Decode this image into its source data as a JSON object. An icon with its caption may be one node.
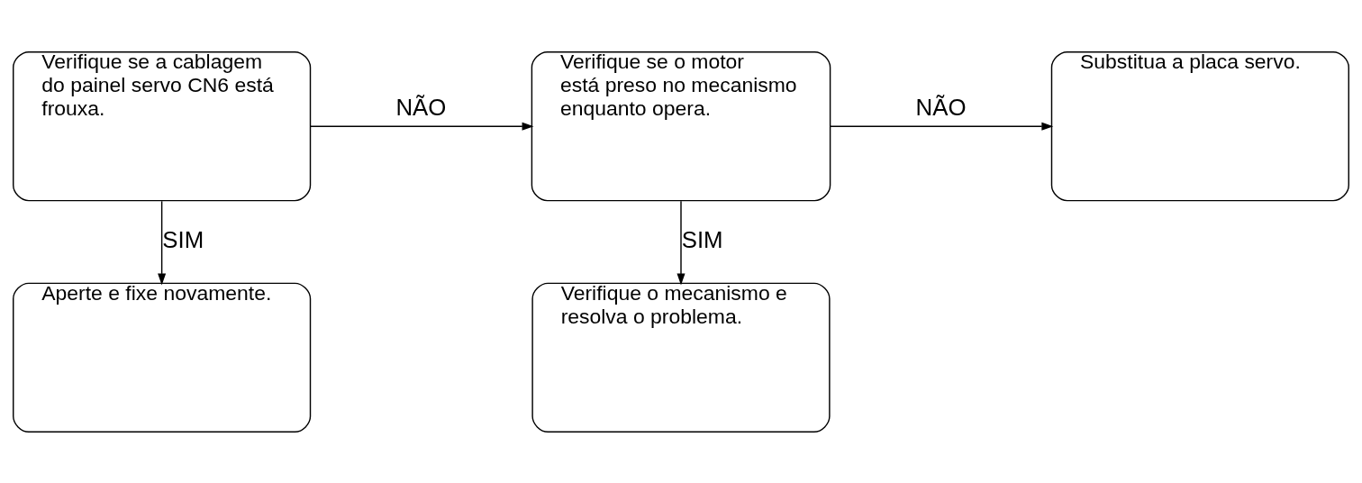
{
  "diagram": {
    "nodes": [
      {
        "text": [
          "Verifique se a cablagem do painel servo CN6 está frouxa."
        ]
      },
      {
        "text": [
          "Verifique se o motor está preso no mecanismo enquanto opera."
        ]
      },
      {
        "text": [
          "Substitua a placa servo."
        ]
      },
      {
        "text": [
          "Aperte e fixe novamente."
        ]
      },
      {
        "text": [
          "Verifique o mecanismo e resolva o problema."
        ]
      }
    ],
    "edges": [
      {
        "from": 0,
        "to": 1,
        "arrow": "to",
        "label": "NÃO"
      },
      {
        "from": 1,
        "to": 2,
        "arrow": "to",
        "label": "NÃO"
      },
      {
        "from": 0,
        "to": 3,
        "arrow": "to",
        "label": "SIM"
      },
      {
        "from": 1,
        "to": 4,
        "arrow": "to",
        "label": "SIM"
      }
    ]
  }
}
